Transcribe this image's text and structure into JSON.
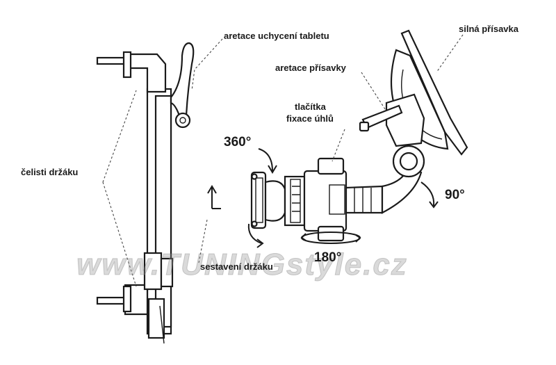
{
  "labels": {
    "aretace_uchyceni": "aretace uchycení tabletu",
    "silna_prisavka": "silná přísavka",
    "aretace_prisavky": "aretace přísavky",
    "tlacitka_line1": "tlačítka",
    "tlacitka_line2": "fixace úhlů",
    "celisti": "čelisti držáku",
    "sestaveni": "sestavení držáku"
  },
  "angles": {
    "a360": "360°",
    "a90": "90°",
    "a180": "180°"
  },
  "watermark": "www.TUNINGstyle.cz",
  "colors": {
    "line": "#1a1a1a",
    "watermark": "#999999"
  }
}
